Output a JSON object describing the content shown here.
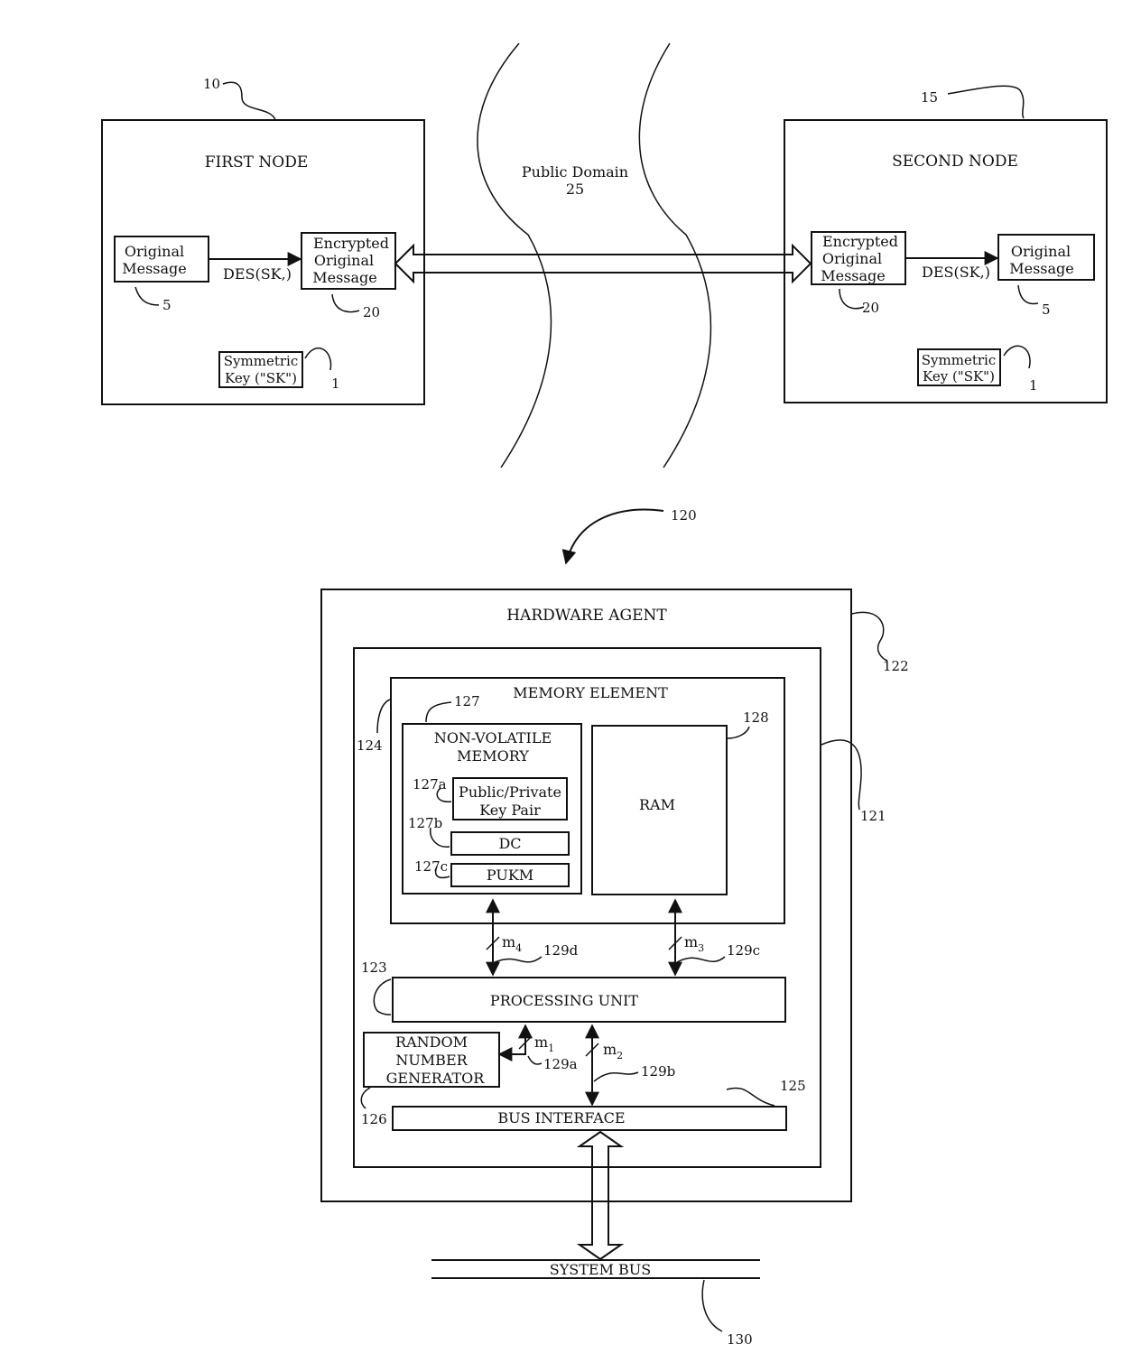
{
  "network": {
    "first_node": {
      "title": "FIRST NODE",
      "ref": "10"
    },
    "second_node": {
      "title": "SECOND NODE",
      "ref": "15"
    },
    "public_domain": {
      "label": "Public Domain",
      "ref": "25"
    },
    "original_message": {
      "line1": "Original",
      "line2": "Message",
      "ref": "5"
    },
    "encrypted_message": {
      "line1": "Encrypted",
      "line2": "Original",
      "line3": "Message",
      "ref": "20"
    },
    "des_label": "DES(SK,)",
    "symmetric_key": {
      "line1": "Symmetric",
      "line2": "Key (\"SK\")",
      "ref": "1"
    }
  },
  "hardware": {
    "figure_ref": "120",
    "agent": {
      "title": "HARDWARE AGENT",
      "ref": "122"
    },
    "package_ref": "121",
    "memory_element": {
      "title": "MEMORY ELEMENT",
      "ref": "124"
    },
    "non_volatile": {
      "line1": "NON-VOLATILE",
      "line2": "MEMORY",
      "ref": "127"
    },
    "key_pair": {
      "line1": "Public/Private",
      "line2": "Key Pair",
      "ref": "127a"
    },
    "dc": {
      "label": "DC",
      "ref": "127b"
    },
    "pukm": {
      "label": "PUKM",
      "ref": "127c"
    },
    "ram": {
      "label": "RAM",
      "ref": "128"
    },
    "processing_unit": {
      "label": "PROCESSING UNIT",
      "ref": "123"
    },
    "rng": {
      "line1": "RANDOM",
      "line2": "NUMBER",
      "line3": "GENERATOR",
      "ref": "126"
    },
    "bus_interface": {
      "label": "BUS INTERFACE",
      "ref": "125"
    },
    "system_bus": {
      "label": "SYSTEM BUS",
      "ref": "130"
    },
    "links": {
      "m1": {
        "sym": "m",
        "sub": "1",
        "ref": "129a"
      },
      "m2": {
        "sym": "m",
        "sub": "2",
        "ref": "129b"
      },
      "m3": {
        "sym": "m",
        "sub": "3",
        "ref": "129c"
      },
      "m4": {
        "sym": "m",
        "sub": "4",
        "ref": "129d"
      }
    }
  }
}
